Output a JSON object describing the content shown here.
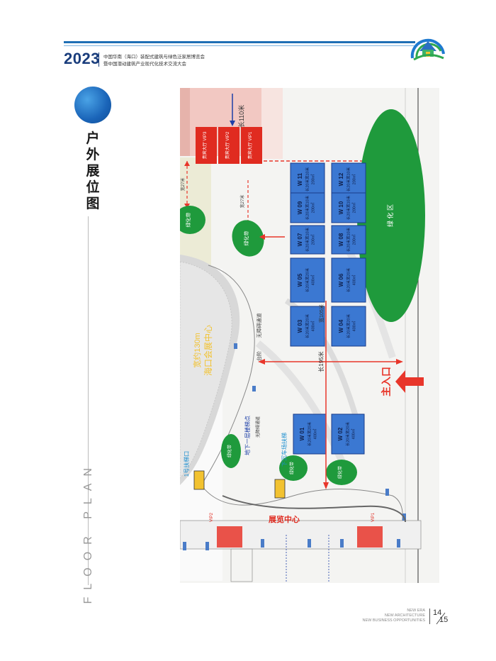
{
  "header": {
    "year": "2023",
    "subtitle_line1": "中国华南（海口）装配式建筑与绿色泛家居博览会",
    "subtitle_line2": "暨中国潜动建筑产业现代化技术交流大会"
  },
  "section": {
    "title_chars": [
      "户",
      "外",
      "展",
      "位",
      "图"
    ],
    "side_label": "FLOOR PLAN"
  },
  "map": {
    "booths": [
      {
        "id": "W 11",
        "dims": "长20米宽10米",
        "area": "200㎡"
      },
      {
        "id": "W 12",
        "dims": "长20米宽10米",
        "area": "200㎡"
      },
      {
        "id": "W 09",
        "dims": "长20米宽10米",
        "area": "200㎡"
      },
      {
        "id": "W 10",
        "dims": "长20米宽10米",
        "area": "200㎡"
      },
      {
        "id": "W 07",
        "dims": "长20米宽10米",
        "area": "200㎡"
      },
      {
        "id": "W 08",
        "dims": "长20米宽10米",
        "area": "200㎡"
      },
      {
        "id": "W 05",
        "dims": "长20米宽20米",
        "area": "400㎡"
      },
      {
        "id": "W 06",
        "dims": "长20米宽20米",
        "area": "400㎡"
      },
      {
        "id": "W 03",
        "dims": "长20米宽20米",
        "area": "400㎡"
      },
      {
        "id": "W 04",
        "dims": "长20米宽20米",
        "area": "400㎡"
      },
      {
        "id": "W 01",
        "dims": "长20米宽20米",
        "area": "400㎡"
      },
      {
        "id": "W 02",
        "dims": "长20米宽20米",
        "area": "400㎡"
      }
    ],
    "vip_halls": [
      "贵宾大厅 VIP3",
      "贵宾大厅 VIP2",
      "贵宾大厅 VIP1"
    ],
    "vip_labels": [
      "VIP2",
      "VIP1"
    ],
    "main_entrance": "主入口",
    "green_belt": "绿化带",
    "green_area": "绿 化 区",
    "length_110": "长110米",
    "length_195": "长195米",
    "width_105": "宽105米",
    "width_27a": "宽27米",
    "width_27b": "宽27米",
    "accessible_path": "无障碍通道",
    "stage": "台阶",
    "hall_name": "海口会展中心",
    "hall_width": "宽约130m",
    "stairs_a": "地下一层楼梯点",
    "stairs_b": "下沉车场扶梯",
    "stairs_c": "1号扶梯口",
    "sign": "展览中心"
  },
  "footer": {
    "line1": "NEW ERA",
    "line2": "NEW ARCHITECTURE",
    "line3": "NEW BUSINESS OPPORTUNITIES",
    "page_left": "14",
    "page_right": "15"
  },
  "colors": {
    "primary_blue": "#1a3d7c",
    "booth_blue": "#3b78d2",
    "green": "#1f9a3c",
    "red": "#e8362b"
  }
}
